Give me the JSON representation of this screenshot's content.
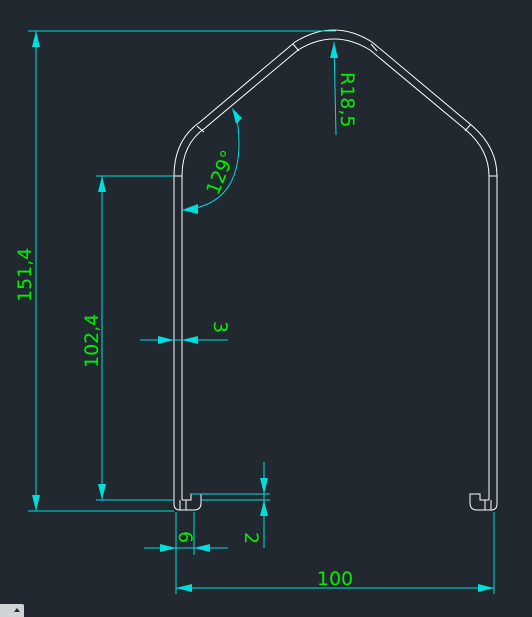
{
  "colors": {
    "background": "#212830",
    "part": "#ffffff",
    "dimension_lines": "#00dede",
    "dimension_text": "#00f000"
  },
  "dimensions": {
    "overall_height": "151,4",
    "leg_height": "102,4",
    "bend_radius": "R18,5",
    "bend_angle": "129°",
    "wall_thickness": "3",
    "foot_width": "6",
    "foot_height": "2",
    "overall_width": "100"
  }
}
